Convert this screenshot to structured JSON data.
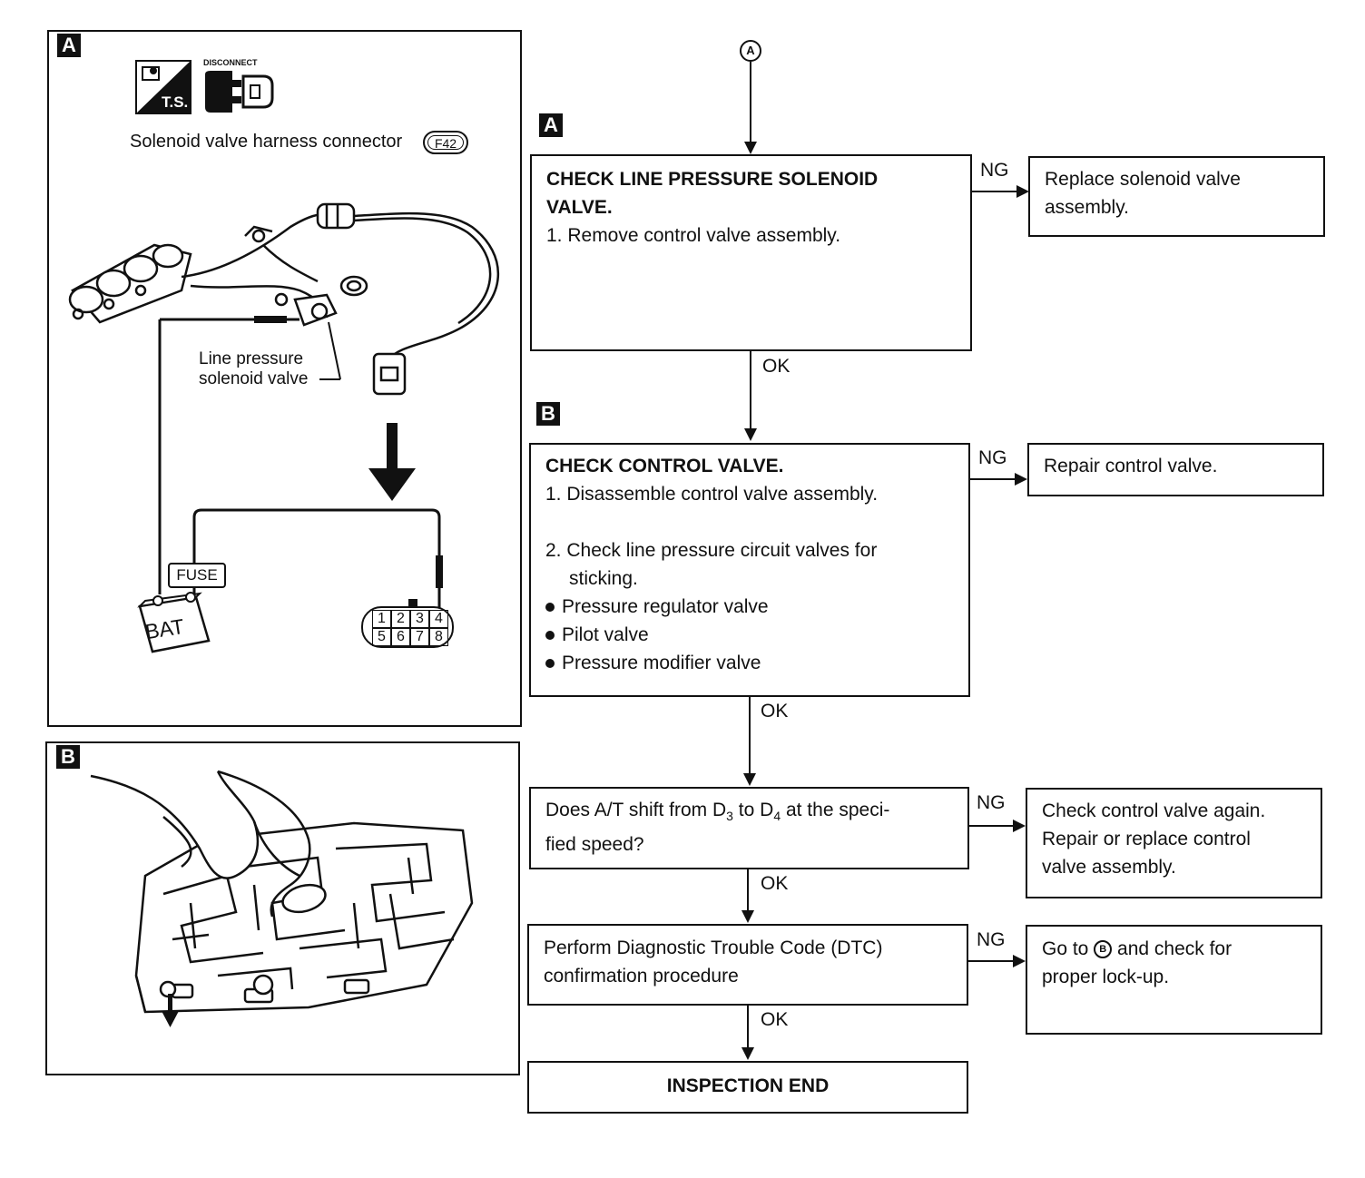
{
  "panel_a": {
    "tag": "A",
    "icon_ts": "T.S.",
    "icon_disconnect": "DISCONNECT",
    "connector_caption": "Solenoid valve harness connector",
    "connector_id": "F42",
    "callout_line1": "Line pressure",
    "callout_line2": "solenoid valve",
    "fuse": "FUSE",
    "battery": "BAT",
    "pins_top": [
      "1",
      "2",
      "3",
      "4"
    ],
    "pins_bottom": [
      "5",
      "6",
      "7",
      "8"
    ]
  },
  "panel_b": {
    "tag": "B"
  },
  "flow": {
    "start_marker": "A",
    "step_a_tag": "A",
    "step_b_tag": "B",
    "box1": {
      "title1": "CHECK LINE PRESSURE SOLENOID",
      "title2": "VALVE.",
      "line1": "1.  Remove control valve assembly."
    },
    "box1_ng": "Replace solenoid valve assembly.",
    "box2": {
      "title": "CHECK CONTROL VALVE.",
      "line1": "1. Disassemble control valve assembly.",
      "line2a": "2. Check line pressure circuit valves for",
      "line2b": "sticking.",
      "bullets": [
        "Pressure regulator valve",
        "Pilot valve",
        "Pressure modifier valve"
      ]
    },
    "box2_ng": "Repair control valve.",
    "box3": {
      "p1": "Does A/T shift from D",
      "s1": "3",
      "p2": " to D",
      "s2": "4",
      "p3": " at the speci-",
      "line2": "fied speed?"
    },
    "box3_ng": {
      "line1": "Check control valve again.",
      "line2": "Repair or replace control",
      "line3": "valve assembly."
    },
    "box4": {
      "line1": "Perform Diagnostic Trouble Code (DTC)",
      "line2": "confirmation procedure"
    },
    "box4_ng": {
      "p1": "Go to ",
      "marker": "B",
      "p2": " and check for",
      "line2": "proper lock-up."
    },
    "end": "INSPECTION END",
    "ng": "NG",
    "ok": "OK"
  }
}
